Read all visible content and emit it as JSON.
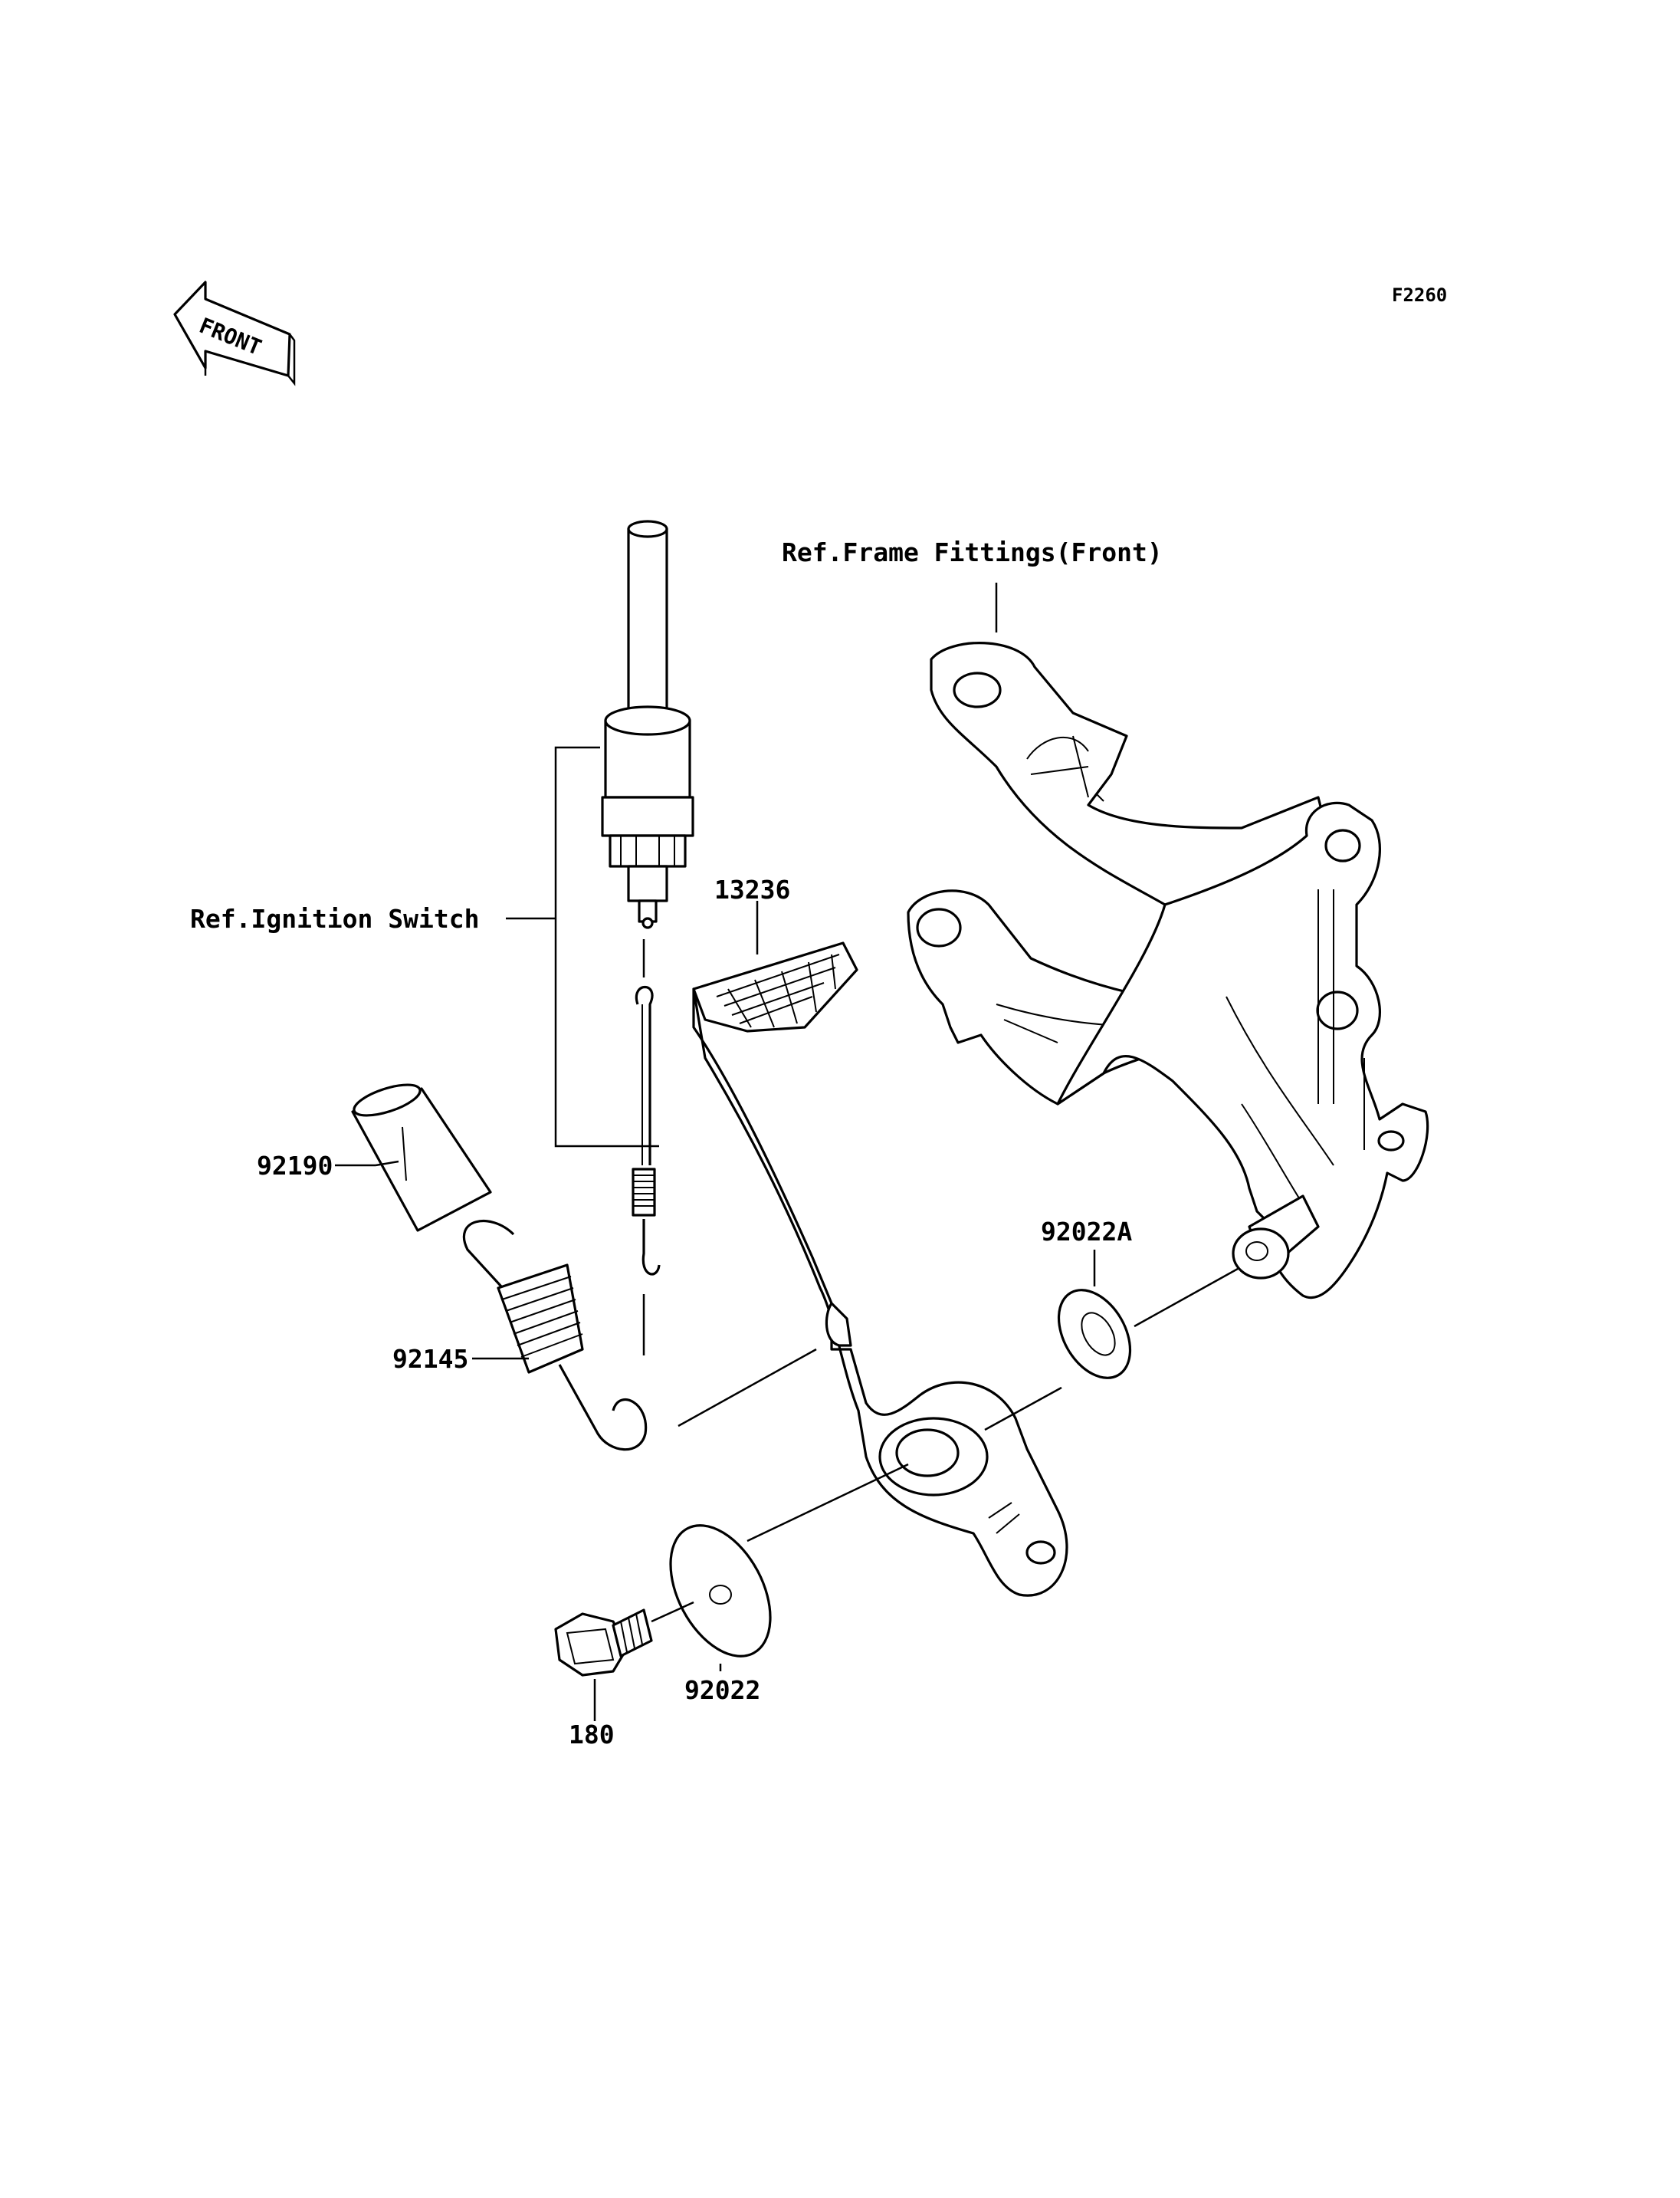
{
  "diagram": {
    "code": "F2260",
    "front_badge": "FRONT",
    "labels": {
      "frame_ref": "Ref.Frame Fittings(Front)",
      "ignition_ref": "Ref.Ignition Switch",
      "part_13236": "13236",
      "part_92190": "92190",
      "part_92145": "92145",
      "part_92022A": "92022A",
      "part_92022": "92022",
      "part_180": "180"
    }
  }
}
